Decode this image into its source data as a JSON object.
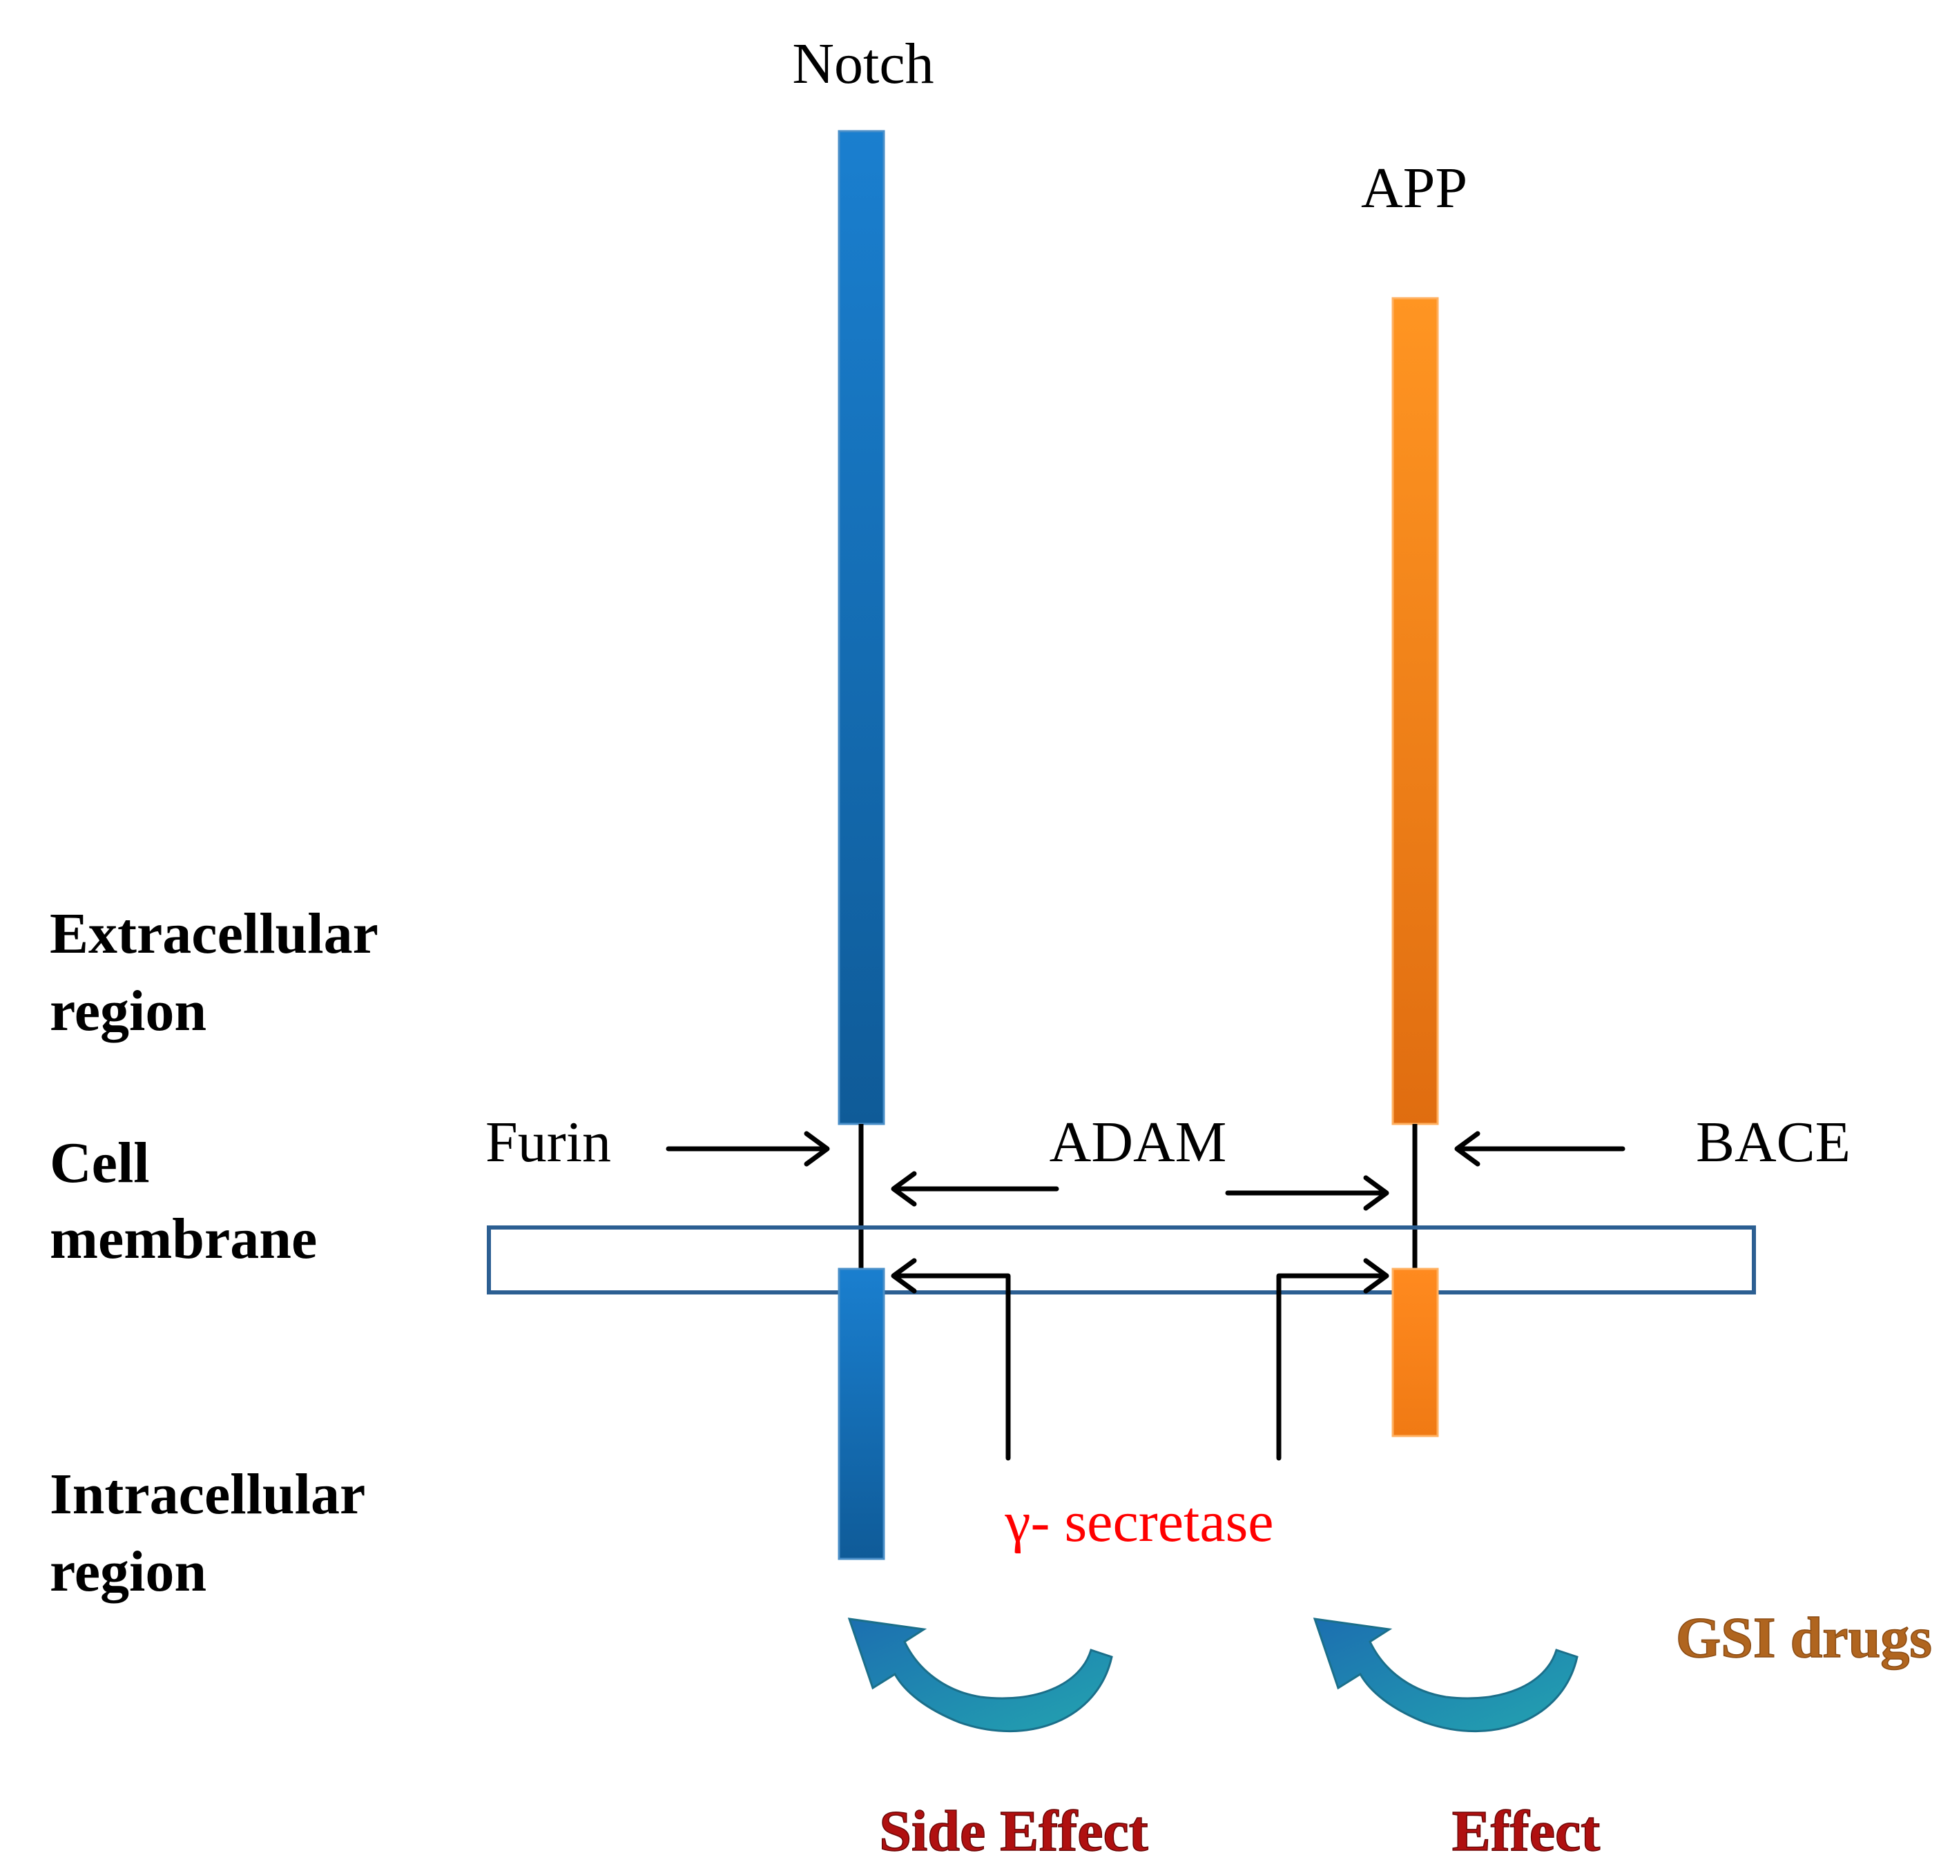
{
  "proteins": {
    "notch": {
      "label": "Notch",
      "color": "#1a72c4"
    },
    "app": {
      "label": "APP",
      "color": "#ff8a1f"
    }
  },
  "regions": {
    "extracellular": {
      "line1": "Extracellular",
      "line2": "region"
    },
    "membrane": {
      "line1": "Cell",
      "line2": "membrane",
      "color": "#2c5f92"
    },
    "intracellular": {
      "line1": "Intracellular",
      "line2": "region"
    }
  },
  "enzymes": {
    "furin": "Furin",
    "adam": "ADAM",
    "bace": "BACE",
    "gamma_secretase": {
      "label": "γ- secretase",
      "color": "#ff0000"
    }
  },
  "drug": {
    "label": "GSI drugs",
    "color": "#b0651f"
  },
  "outcomes": {
    "side_effect": {
      "label": "Side Effect",
      "color": "#b01010"
    },
    "effect": {
      "label": "Effect",
      "color": "#b01010"
    }
  },
  "icon_colors": {
    "curved_arrow": "#1f8a9e"
  }
}
